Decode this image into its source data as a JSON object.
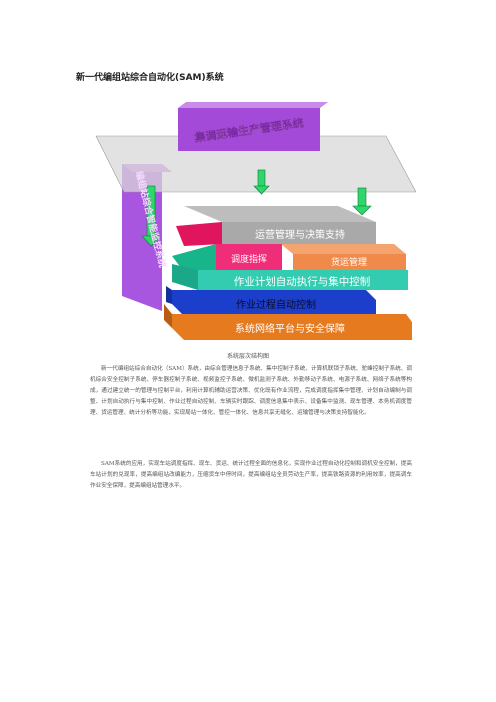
{
  "document": {
    "title": "新一代编组站综合自动化(SAM)系统",
    "diagram": {
      "top_banner": "集调运输生产管理系统",
      "side_banner": "编组站综合智能监控系统",
      "layer_decision": "运营管理与决策支持",
      "layer_dispatch": "调度指挥",
      "layer_freight": "货运管理",
      "layer_plan": "作业计划自动执行与集中控制",
      "layer_process": "作业过程自动控制",
      "layer_network": "系统网络平台与安全保障"
    },
    "caption": "系统层次结构图",
    "paragraph1": "新一代编组站综合自动化（SAM）系统，由综合管理信息子系统、集中控制子系统、计算机联锁子系统、驼峰控制子系统、调机综合安全控制子系统、停车器控制子系统、视频监控子系统、微机监测子系统、外勤移动子系统、电源子系统、网络子系统等构成，通过建立统一的管理与控制平台，利用计算机辅助运营决策、优化既有作业流程，完成调度指挥集中管理、计划自动编制与调整、计划自动执行与集中控制、作业过程自动控制、车辆实时跟踪、调度信息集中表示、设备集中监测、现车管理、本务机调度管理、货运管理、统计分析等功能，实现局站一体化、管控一体化、信息共享无缝化、运输管理与决策支持智能化。",
    "paragraph2": "SAM系统的应用，实现车站调度指挥、现车、货运、统计过程全面的信息化，实现作业过程自动化控制和调机安全控制，提高车站计划的兑现率，提高编组站改编能力，压缩货车中停时间，提高编组站全员劳动生产率，提高铁路资源的利用效率，提高调车作业安全保障，提高编组站管理水平。"
  }
}
